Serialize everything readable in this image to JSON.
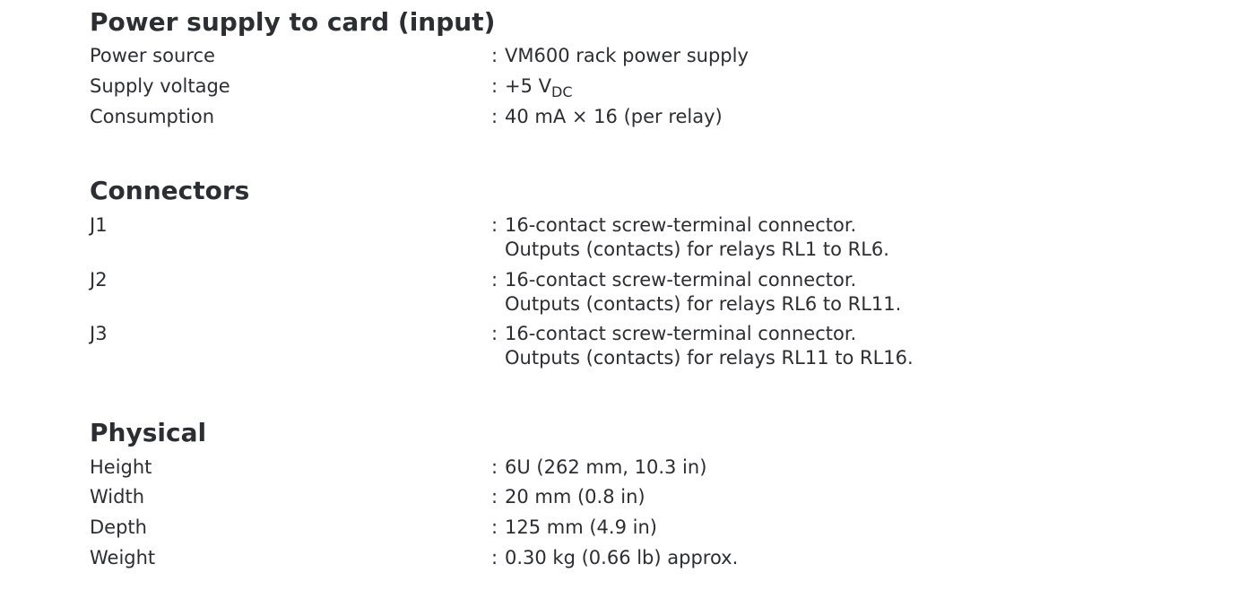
{
  "sections": {
    "power": {
      "title": "Power supply to card (input)",
      "rows": [
        {
          "label": "Power source",
          "value": "VM600 rack power supply"
        },
        {
          "label": "Supply voltage",
          "value_main": "+5 V",
          "value_sub": "DC"
        },
        {
          "label": "Consumption",
          "value": "40 mA × 16 (per relay)"
        }
      ]
    },
    "connectors": {
      "title": "Connectors",
      "rows": [
        {
          "label": "J1",
          "line1": "16-contact screw-terminal connector.",
          "line2": "Outputs (contacts) for relays RL1 to RL6."
        },
        {
          "label": "J2",
          "line1": "16-contact screw-terminal connector.",
          "line2": "Outputs (contacts) for relays RL6 to RL11."
        },
        {
          "label": "J3",
          "line1": "16-contact screw-terminal connector.",
          "line2": "Outputs (contacts) for relays RL11 to RL16."
        }
      ]
    },
    "physical": {
      "title": "Physical",
      "rows": [
        {
          "label": "Height",
          "value": "6U (262 mm, 10.3 in)"
        },
        {
          "label": "Width",
          "value": "20 mm (0.8 in)"
        },
        {
          "label": "Depth",
          "value": "125 mm (4.9 in)"
        },
        {
          "label": "Weight",
          "value": "0.30 kg (0.66 lb) approx."
        }
      ]
    }
  },
  "separator": ":"
}
